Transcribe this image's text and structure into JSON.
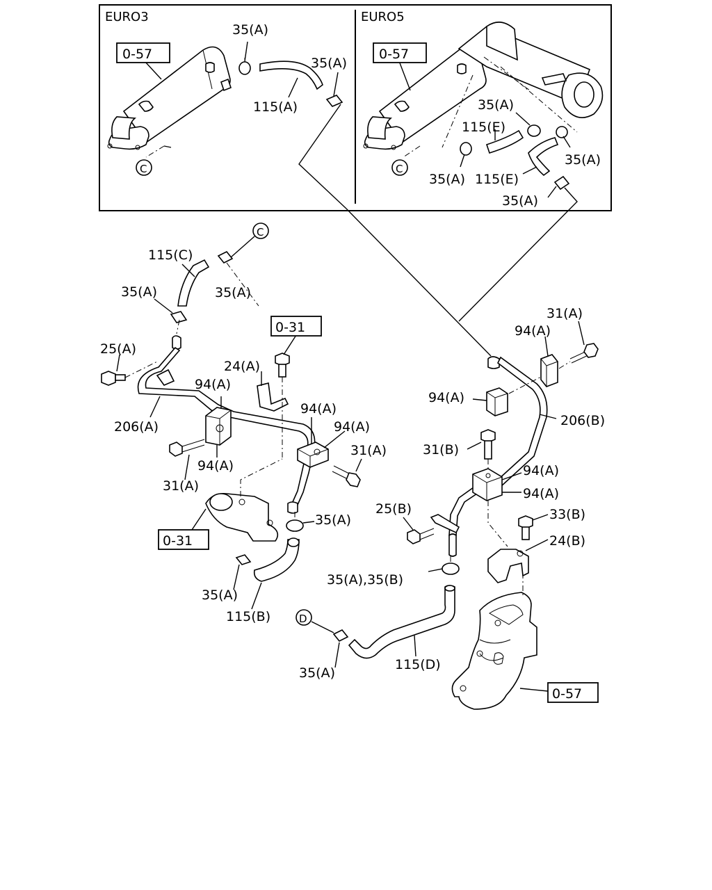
{
  "insets": {
    "euro3": {
      "title": "EURO3"
    },
    "euro5": {
      "title": "EURO5"
    }
  },
  "refs": {
    "r_057_a": "0-57",
    "r_057_b": "0-57",
    "r_057_c": "0-57",
    "r_031_a": "0-31",
    "r_031_b": "0-31"
  },
  "markers": {
    "c1": "C",
    "c2": "C",
    "c3": "C",
    "d1": "D"
  },
  "labels": {
    "e3_35a_top": "35(A)",
    "e3_35a_right": "35(A)",
    "e3_115a": "115(A)",
    "e5_35a_1": "35(A)",
    "e5_115e_1": "115(E)",
    "e5_35a_2": "35(A)",
    "e5_35a_3": "35(A)",
    "e5_115e_2": "115(E)",
    "e5_35a_4": "35(A)",
    "l_115c": "115(C)",
    "l_35a_1": "35(A)",
    "l_35a_2": "35(A)",
    "l_25a": "25(A)",
    "l_24a": "24(A)",
    "l_94a_1": "94(A)",
    "l_94a_2": "94(A)",
    "l_94a_3": "94(A)",
    "l_206a": "206(A)",
    "l_94a_4": "94(A)",
    "l_31a_1": "31(A)",
    "l_31a_2": "31(A)",
    "l_35a_3": "35(A)",
    "l_35a_4": "35(A)",
    "l_115b": "115(B)",
    "r_31a": "31(A)",
    "r_94a_1": "94(A)",
    "r_94a_2": "94(A)",
    "r_206b": "206(B)",
    "r_31b": "31(B)",
    "r_94a_3": "94(A)",
    "r_94a_4": "94(A)",
    "r_25b": "25(B)",
    "r_33b": "33(B)",
    "r_24b": "24(B)",
    "r_35ab": "35(A),35(B)",
    "r_35a": "35(A)",
    "r_115d": "115(D)"
  }
}
